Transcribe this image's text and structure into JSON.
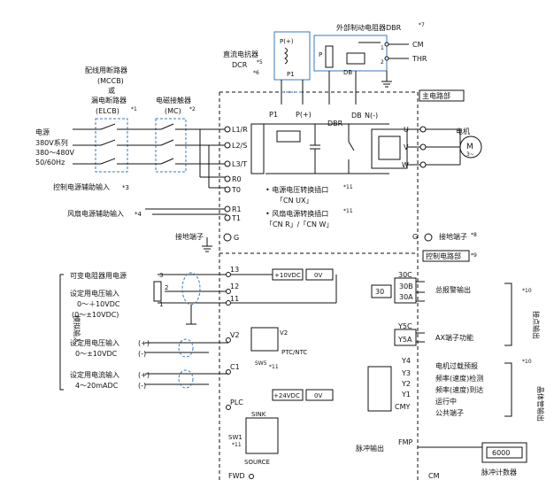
{
  "external_brake_resistor": {
    "label": "外部制动电阻器DBR",
    "note": "*7"
  },
  "dc_reactor": {
    "label1": "直流电抗器",
    "label2": "DCR",
    "note": "*5",
    "note2": "*6"
  },
  "breaker": {
    "line1": "配线用断路器",
    "line2": "(MCCB)",
    "line3": "或",
    "line4": "漏电断路器",
    "line5": "(ELCB)",
    "note": "*1"
  },
  "contactor": {
    "line1": "电磁接触器",
    "line2": "(MC)",
    "note": "*2"
  },
  "power_source": {
    "line1": "电源",
    "line2": "380V系列",
    "line3": "380～480V",
    "line4": "50/60Hz"
  },
  "control_aux": {
    "label": "控制电源辅助输入",
    "note": "*3"
  },
  "fan_aux": {
    "label": "风扇电源辅助输入",
    "note": "*4"
  },
  "ground_terminal": {
    "label": "接地端子",
    "note": "*8"
  },
  "main_circuit": {
    "label": "主电路部"
  },
  "control_circuit": {
    "label": "控制电路部",
    "note": "*9"
  },
  "motor": {
    "label": "电机",
    "symbol": "M",
    "phase": "3~"
  },
  "power_terminals": {
    "l1": "L1/R",
    "l2": "L2/S",
    "l3": "L3/T",
    "r0": "R0",
    "t0": "T0",
    "r1": "R1",
    "t1": "T1",
    "g": "G",
    "u": "U",
    "v": "V",
    "w": "W",
    "p1": "P1",
    "pplus": "P(+)",
    "db": "DB",
    "nminus": "N(-)",
    "dbr": "DBR"
  },
  "reactor_terms": {
    "p": "P(+)",
    "p1": "P1"
  },
  "brake_terms": {
    "p": "P",
    "db": "DB",
    "cm": "CM",
    "thr": "THR",
    "num1": "1",
    "num2": "2"
  },
  "switch_notes": {
    "voltage": "• 电源电压转换插口",
    "voltage_conn": "「CN UX」",
    "voltage_note": "*11",
    "fan": "• 风扇电源转换插口",
    "fan_conn": "「CN R」/「CN W」",
    "fan_note": "*11"
  },
  "analog_input": {
    "side_label": "模拟输入",
    "pot_label": "可变电阻器用电源",
    "set_v1_line1": "设定用电压输入",
    "set_v1_line2": "0～＋10VDC",
    "set_v1_line3": "(0～±10VDC)",
    "set_v2_line1": "设定用电压输入",
    "set_v2_line2": "0～±10VDC",
    "set_c1_line1": "设定用电流输入",
    "set_c1_line2": "4～20mADC",
    "plus": "(+)",
    "minus": "(-)",
    "pin3": "3",
    "pin2": "2",
    "pin1": "1"
  },
  "control_terms": {
    "t13": "13",
    "t12": "12",
    "t11": "11",
    "v2": "V2",
    "c1": "C1",
    "plc": "PLC",
    "fwd": "FWD",
    "fmp": "FMP",
    "cm": "CM",
    "v10": "+10VDC",
    "zero": "0V",
    "v24": "+24VDC",
    "zero2": "0V",
    "ptc": "PTC/NTC",
    "v2sw": "V2",
    "sw5": "SW5",
    "sw5note": "*11",
    "sink": "SINK",
    "source": "SOURCE",
    "sw1": "SW1",
    "sw1note": "*11"
  },
  "relay_outputs": {
    "t30c": "30C",
    "t30b": "30B",
    "t30a": "30A",
    "t30": "30",
    "alarm": "总报警输出",
    "y5c": "Y5C",
    "y5a": "Y5A",
    "ax": "AX端子功能",
    "contact_side": "接点输出",
    "contact_note": "*10"
  },
  "transistor_outputs": {
    "y4": "Y4",
    "y3": "Y3",
    "y2": "Y2",
    "y1": "Y1",
    "cmy": "CMY",
    "f1": "电机过载预报",
    "f2": "频率(速度)检测",
    "f3": "频率(速度)到达",
    "f4": "运行中",
    "f5": "公共端子",
    "side": "晶体管输出",
    "note": "*10"
  },
  "pulse": {
    "label": "脉冲输出",
    "counter": "脉冲计数器",
    "display": "6000"
  }
}
